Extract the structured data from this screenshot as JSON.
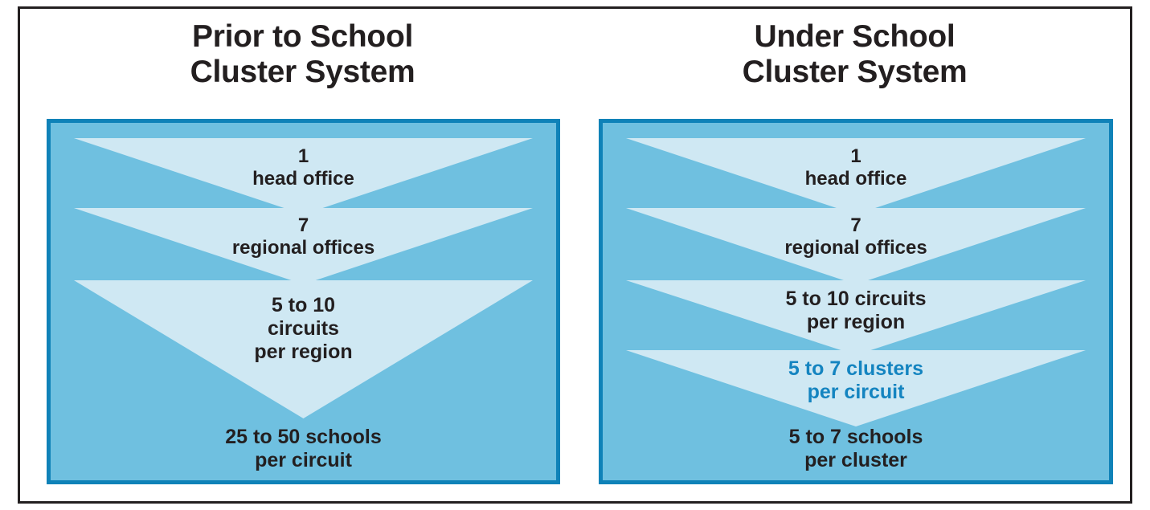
{
  "diagram": {
    "title_accent_color": "#1484c0",
    "box_fill_color": "#6fc0e0",
    "box_border_color": "#0f82b8",
    "chevron_color": "#cfe8f3",
    "text_color": "#231f20",
    "panels": [
      {
        "id": "prior",
        "title": "Prior to School\nCluster System",
        "levels": [
          {
            "id": "head-office",
            "text": "1\nhead office",
            "accent": false
          },
          {
            "id": "regional-offices",
            "text": "7\nregional offices",
            "accent": false
          },
          {
            "id": "circuits",
            "text": "5 to 10\ncircuits\nper region",
            "accent": false
          },
          {
            "id": "schools",
            "text": "25 to 50 schools\nper circuit",
            "accent": false
          }
        ]
      },
      {
        "id": "under",
        "title": "Under School\nCluster System",
        "levels": [
          {
            "id": "head-office",
            "text": "1\nhead office",
            "accent": false
          },
          {
            "id": "regional-offices",
            "text": "7\nregional offices",
            "accent": false
          },
          {
            "id": "circuits",
            "text": "5 to 10 circuits\nper region",
            "accent": false
          },
          {
            "id": "clusters",
            "text": "5 to 7 clusters\nper circuit",
            "accent": true
          },
          {
            "id": "schools",
            "text": "5 to 7 schools\nper cluster",
            "accent": false
          }
        ]
      }
    ]
  },
  "chart_data": {
    "type": "diagram",
    "title": "School Cluster System administrative hierarchy comparison",
    "series": [
      {
        "name": "Prior to School Cluster System",
        "levels": [
          {
            "label": "head office",
            "count": "1",
            "min": 1,
            "max": 1
          },
          {
            "label": "regional offices",
            "count": "7",
            "min": 7,
            "max": 7
          },
          {
            "label": "circuits per region",
            "count": "5 to 10",
            "min": 5,
            "max": 10
          },
          {
            "label": "schools per circuit",
            "count": "25 to 50",
            "min": 25,
            "max": 50
          }
        ]
      },
      {
        "name": "Under School Cluster System",
        "levels": [
          {
            "label": "head office",
            "count": "1",
            "min": 1,
            "max": 1
          },
          {
            "label": "regional offices",
            "count": "7",
            "min": 7,
            "max": 7
          },
          {
            "label": "circuits per region",
            "count": "5 to 10",
            "min": 5,
            "max": 10
          },
          {
            "label": "clusters per circuit",
            "count": "5 to 7",
            "min": 5,
            "max": 7
          },
          {
            "label": "schools per cluster",
            "count": "5 to 7",
            "min": 5,
            "max": 7
          }
        ]
      }
    ]
  }
}
